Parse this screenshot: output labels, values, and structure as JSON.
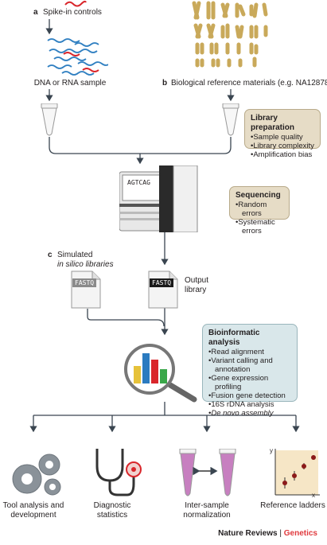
{
  "panel_a": {
    "letter": "a",
    "label": "Spike-in controls",
    "sample_label": "DNA or RNA sample"
  },
  "panel_b": {
    "letter": "b",
    "label": "Biological reference materials (e.g. NA12878)"
  },
  "panel_c": {
    "letter": "c",
    "label_line1": "Simulated",
    "label_line2": "in silico libraries"
  },
  "library_box": {
    "title": "Library preparation",
    "items": [
      "Sample quality",
      "Library complexity",
      "Amplification bias"
    ]
  },
  "sequencing_box": {
    "title": "Sequencing",
    "items": [
      "Random errors",
      "Systematic errors"
    ]
  },
  "sequencer_screen": "AGTCAG",
  "fastq_label": "FASTQ",
  "output_library": {
    "line1": "Output",
    "line2": "library"
  },
  "bioinformatic_box": {
    "title": "Bioinformatic analysis",
    "items": [
      "Read alignment",
      "Variant calling and annotation",
      "Gene expression profiling",
      "Fusion gene detection",
      "16S rDNA analysis",
      "De novo assembly"
    ]
  },
  "outputs": [
    {
      "line1": "Tool analysis and",
      "line2": "development"
    },
    {
      "line1": "Diagnostic",
      "line2": "statistics"
    },
    {
      "line1": "Inter-sample",
      "line2": "normalization"
    },
    {
      "line1": "Reference ladders",
      "line2": ""
    }
  ],
  "ladder_axes": {
    "y": "y",
    "x": "x"
  },
  "footer": {
    "brand1": "Nature Reviews",
    "separator": "|",
    "brand2": "Genetics"
  },
  "colors": {
    "arrow": "#3a4550",
    "spike_red": "#d9262b",
    "wave_blue": "#2f7fc1",
    "chromosome": "#c9a95a",
    "library_box": "#e6dcc6",
    "bio_box": "#d9e7ea",
    "brand_red": "#e03a3e",
    "tube_liquid": "#c77fc0"
  }
}
